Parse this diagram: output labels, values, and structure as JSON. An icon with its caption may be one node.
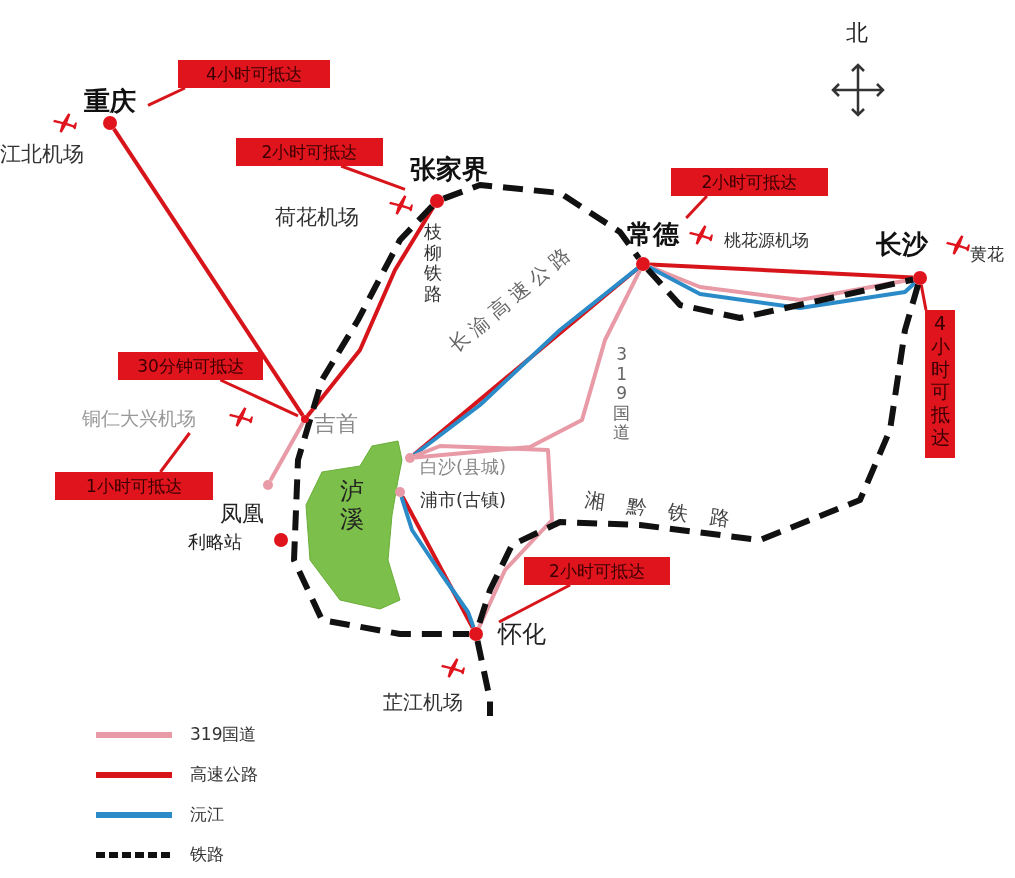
{
  "diagram": {
    "nodes": [
      {
        "text": [
          "重庆"
        ]
      },
      {
        "text": [
          "4小时可抵达"
        ]
      },
      {
        "text": [
          "张家界"
        ]
      },
      {
        "text": [
          "2小时可抵达"
        ]
      },
      {
        "text": [
          "常德"
        ]
      },
      {
        "text": [
          "2小时可抵达"
        ]
      },
      {
        "text": [
          "长沙"
        ]
      },
      {
        "text": [
          "4小时可抵达"
        ]
      },
      {
        "text": [
          "30分钟可抵达"
        ]
      },
      {
        "text": [
          "铜仁大兴机场"
        ]
      },
      {
        "text": [
          "1小时可抵达"
        ]
      },
      {
        "text": [
          "吉首"
        ]
      },
      {
        "text": [
          "白沙(县城)"
        ]
      },
      {
        "text": [
          "浦市(古镇)"
        ]
      },
      {
        "text": [
          "泸溪"
        ]
      },
      {
        "text": [
          "凤凰",
          "利略站"
        ]
      },
      {
        "text": [],
        "shape": "circle"
      },
      {
        "text": [
          "怀化"
        ]
      },
      {
        "text": [
          "2小时可抵达"
        ]
      }
    ],
    "edges": [
      {
        "from": 1,
        "to": 0,
        "arrow": "none",
        "color": "#d7141a"
      },
      {
        "from": 3,
        "to": 2,
        "arrow": "none",
        "color": "#d7141a"
      },
      {
        "from": 5,
        "to": 4,
        "arrow": "none",
        "color": "#d7141a"
      },
      {
        "from": 7,
        "to": 6,
        "arrow": "none",
        "color": "#d7141a"
      },
      {
        "from": 8,
        "to": 11,
        "arrow": "none",
        "color": "#d7141a"
      },
      {
        "from": 10,
        "to": 9,
        "arrow": "none",
        "color": "#d7141a"
      },
      {
        "from": 18,
        "to": 17,
        "arrow": "none",
        "color": "#d7141a"
      },
      {
        "from": 0,
        "to": 11,
        "arrow": "none",
        "color": "#d7141a"
      },
      {
        "from": 2,
        "to": 11,
        "arrow": "none",
        "color": "#d7141a"
      },
      {
        "from": 4,
        "to": 12,
        "arrow": "none",
        "color": "#d7141a"
      },
      {
        "from": 13,
        "to": 17,
        "arrow": "none",
        "color": "#d7141a"
      },
      {
        "from": 4,
        "to": 6,
        "arrow": "none",
        "color": "#d7141a"
      },
      {
        "from": 4,
        "to": 6,
        "arrow": "none",
        "color": "#e89aa6"
      },
      {
        "from": 4,
        "to": 6,
        "arrow": "none",
        "color": "#2a8bc8"
      },
      {
        "from": 4,
        "to": 12,
        "arrow": "none",
        "color": "#e89aa6"
      },
      {
        "from": 4,
        "to": 12,
        "arrow": "none",
        "color": "#2a8bc8"
      },
      {
        "from": 12,
        "to": 17,
        "arrow": "none",
        "color": "#e89aa6"
      },
      {
        "from": 13,
        "to": 17,
        "arrow": "none",
        "color": "#2a8bc8"
      },
      {
        "from": 11,
        "to": 16,
        "arrow": "none",
        "color": "#e89aa6"
      },
      {
        "from": 2,
        "to": 4,
        "arrow": "none",
        "style": "dashed",
        "color": "#111111"
      },
      {
        "from": 4,
        "to": 6,
        "arrow": "none",
        "style": "dashed",
        "color": "#111111"
      },
      {
        "from": 6,
        "to": 17,
        "arrow": "none",
        "style": "dashed",
        "color": "#111111"
      },
      {
        "from": 2,
        "to": 17,
        "arrow": "none",
        "style": "dashed",
        "color": "#111111"
      },
      {
        "from": 17,
        "to": null,
        "arrow": "none",
        "style": "dashed",
        "color": "#111111"
      }
    ],
    "labels": [
      "北",
      "江北机场",
      "荷花机场",
      "枝柳铁路",
      "桃花源机场",
      "黄花",
      "长渝高速公路",
      "319国道",
      "湘黔铁路",
      "芷江机场"
    ],
    "legend": [
      {
        "text": "319国道",
        "color": "#e89aa6"
      },
      {
        "text": "高速公路",
        "color": "#d7141a"
      },
      {
        "text": "沅江",
        "color": "#2a8bc8"
      },
      {
        "text": "铁路"
      }
    ]
  }
}
